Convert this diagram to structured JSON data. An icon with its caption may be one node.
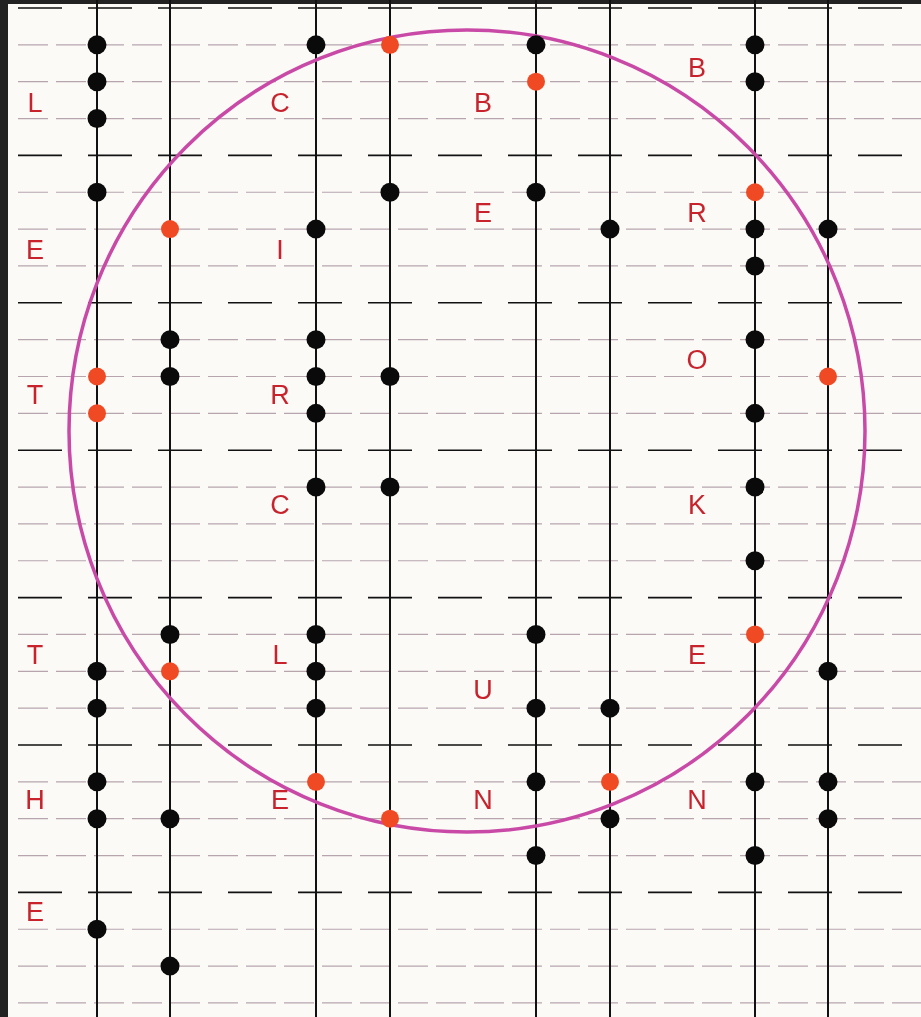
{
  "diagram": {
    "labels": [
      "L",
      "E",
      "T",
      "T",
      "H",
      "E",
      "C",
      "I",
      "R",
      "C",
      "L",
      "E",
      "B",
      "E",
      "U",
      "N",
      "B",
      "R",
      "O",
      "K",
      "E",
      "N"
    ]
  }
}
